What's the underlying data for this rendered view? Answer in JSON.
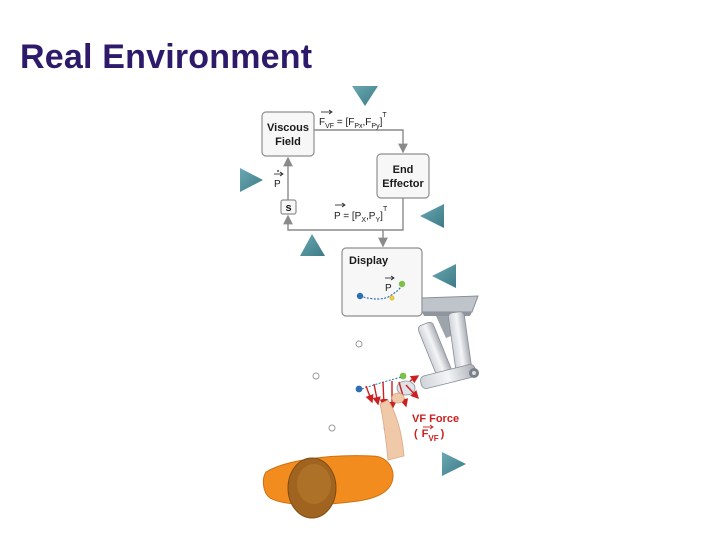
{
  "slide": {
    "title": "Real Environment"
  },
  "blocks": {
    "viscous_field": {
      "line1": "Viscous",
      "line2": "Field"
    },
    "end_effector": {
      "line1": "End",
      "line2": "Effector"
    },
    "display": {
      "label": "Display",
      "cursor_label": "P"
    },
    "integrator": {
      "label": "s"
    }
  },
  "signals": {
    "force_eq": {
      "lhs": "F",
      "lhs_sub": "VF",
      "eq": " = [F",
      "s1": "Px",
      "mid": ",F",
      "s2": "Py",
      "end": "]",
      "sup": "T"
    },
    "position_eq": {
      "lhs": "P",
      "eq": " = [P",
      "s1": "X",
      "mid": ",P",
      "s2": "Y",
      "end": "]",
      "sup": "T"
    },
    "velocity_label": "P"
  },
  "annotations": {
    "vf_force": {
      "line1": "VF Force",
      "line2_open": "(",
      "line2_sym": "F",
      "line2_sub": "VF",
      "line2_close": ")"
    }
  },
  "colors": {
    "title": "#2d1a6b",
    "triangle_marker": "#4a8a95",
    "force_arrow": "#cc2020",
    "shirt": "#f28c1e",
    "hair": "#a06420",
    "skin": "#f0c9a8",
    "target_blue": "#2e6fb0",
    "target_green": "#7cc24a",
    "target_yellow": "#e8c84a"
  }
}
